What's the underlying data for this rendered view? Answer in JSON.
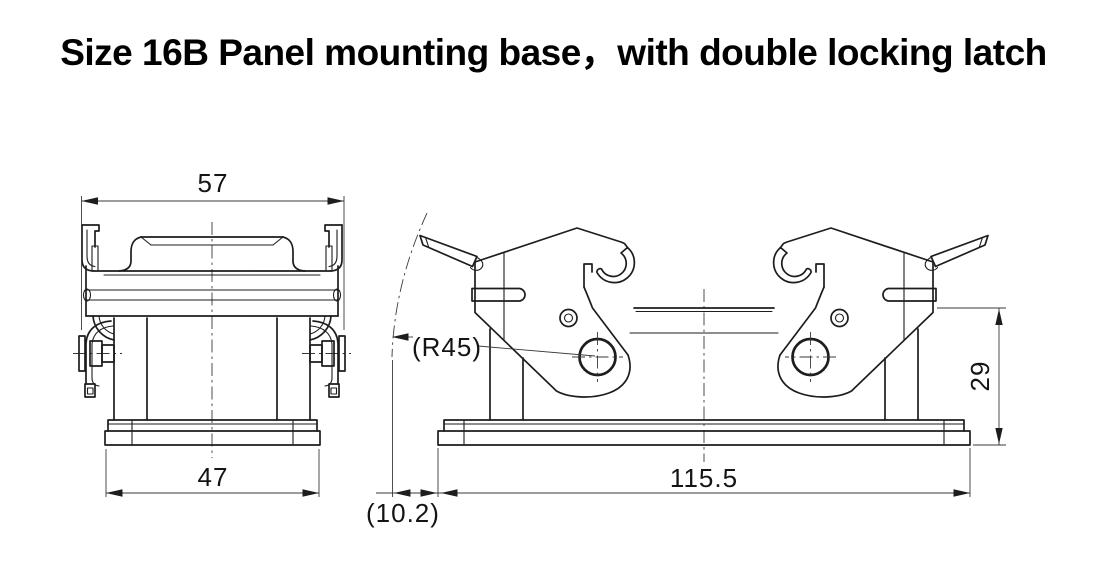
{
  "title": "Size 16B Panel mounting base，with double locking latch",
  "drawing": {
    "type": "technical-drawing",
    "views": {
      "side_view": "panel mounting base - side view",
      "front_view": "double locking latch - front view"
    },
    "dimensions": {
      "flange_width": "57",
      "body_width": "47",
      "base_length": "115.5",
      "latch_offset": "(10.2)",
      "latch_swing_radius": "(R45)",
      "latch_height": "29"
    },
    "colors": {
      "line": "#1d1d1d",
      "dim_text": "#141414",
      "background": "#ffffff"
    }
  }
}
